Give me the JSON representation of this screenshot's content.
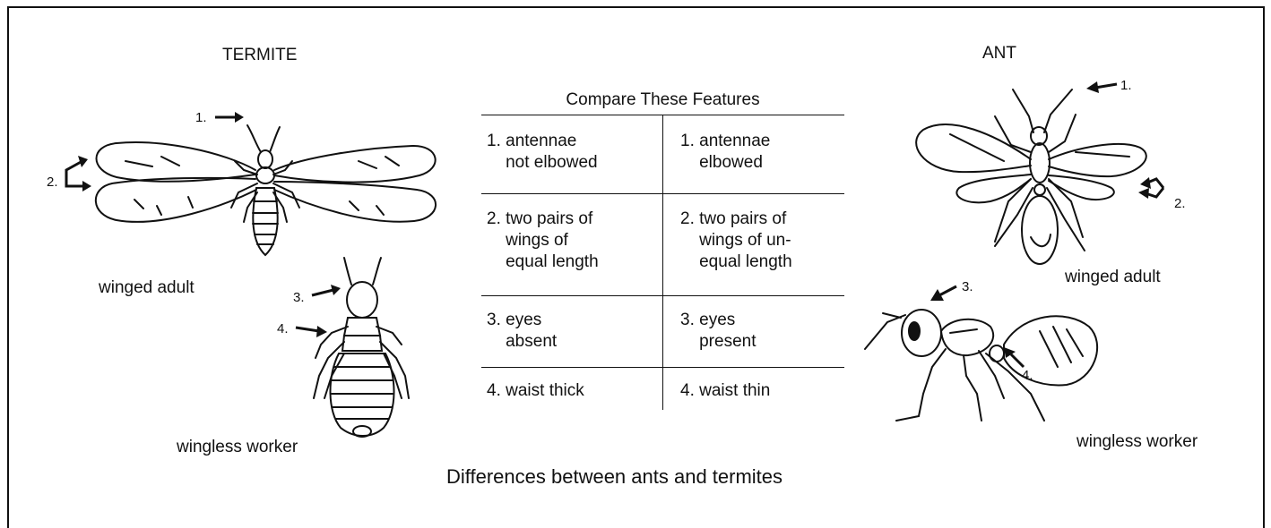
{
  "termite": {
    "title": "TERMITE",
    "winged_label": "winged adult",
    "worker_label": "wingless worker",
    "markers": [
      "1.",
      "2.",
      "3.",
      "4."
    ]
  },
  "ant": {
    "title": "ANT",
    "winged_label": "winged adult",
    "worker_label": "wingless worker",
    "markers": [
      "1.",
      "2.",
      "3.",
      "4."
    ]
  },
  "compare": {
    "title": "Compare These Features",
    "rows": [
      {
        "termite": "1. antennae\n    not elbowed",
        "ant": "1. antennae\n    elbowed"
      },
      {
        "termite": "2. two pairs of\n    wings of\n    equal length",
        "ant": "2. two pairs of\n    wings of un-\n    equal length"
      },
      {
        "termite": "3. eyes\n    absent",
        "ant": "3. eyes\n    present"
      },
      {
        "termite": "4. waist thick",
        "ant": "4. waist thin"
      }
    ]
  },
  "caption": "Differences between ants and termites"
}
